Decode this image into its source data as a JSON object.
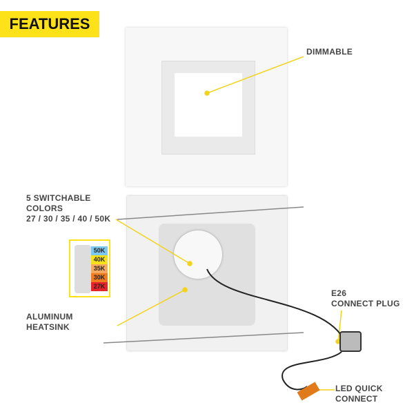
{
  "badge": "FEATURES",
  "callouts": {
    "dimmable": "DIMMABLE",
    "colors_line1": "5 SWITCHABLE",
    "colors_line2": "COLORS",
    "colors_line3": "27 / 30 / 35 / 40 / 50K",
    "heatsink_line1": "ALUMINUM",
    "heatsink_line2": "HEATSINK",
    "plug_line1": "E26",
    "plug_line2": "CONNECT PLUG",
    "quick_line1": "LED QUICK",
    "quick_line2": "CONNECT"
  },
  "switch": [
    {
      "label": "50K",
      "color": "#7cc8ee"
    },
    {
      "label": "40K",
      "color": "#f7e21a"
    },
    {
      "label": "35K",
      "color": "#f5a860"
    },
    {
      "label": "30K",
      "color": "#ef7d20"
    },
    {
      "label": "27K",
      "color": "#e5242a"
    }
  ],
  "accent": "#fde21a"
}
